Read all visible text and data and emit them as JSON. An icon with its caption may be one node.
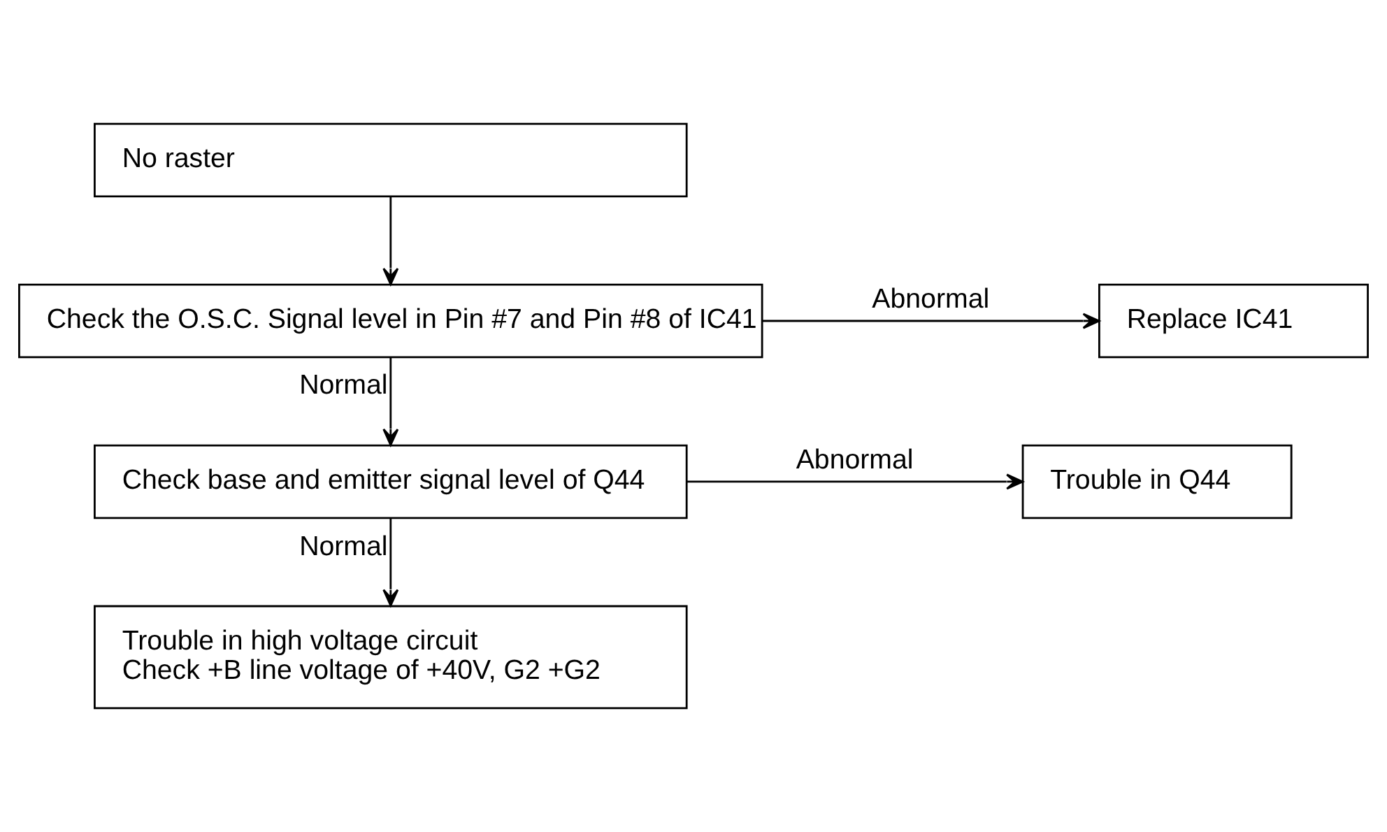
{
  "diagram": {
    "nodes": [
      {
        "text": [
          "No raster"
        ]
      },
      {
        "text": [
          "Check the O.S.C. Signal level in Pin #7 and Pin #8 of IC41"
        ]
      },
      {
        "text": [
          "Replace IC41"
        ]
      },
      {
        "text": [
          "Check base and emitter signal level of Q44"
        ]
      },
      {
        "text": [
          "Trouble in Q44"
        ]
      },
      {
        "text": [
          "Trouble in high voltage circuit",
          "Check +B line voltage of +40V, G2 +G2"
        ]
      }
    ],
    "edges": [
      {
        "from": 0,
        "to": 1,
        "arrow": "to"
      },
      {
        "from": 1,
        "to": 2,
        "arrow": "to",
        "label": "Abnormal"
      },
      {
        "from": 1,
        "to": 3,
        "arrow": "to",
        "label": "Normal"
      },
      {
        "from": 3,
        "to": 4,
        "arrow": "to",
        "label": "Abnormal"
      },
      {
        "from": 3,
        "to": 5,
        "arrow": "to",
        "label": "Normal"
      }
    ]
  }
}
